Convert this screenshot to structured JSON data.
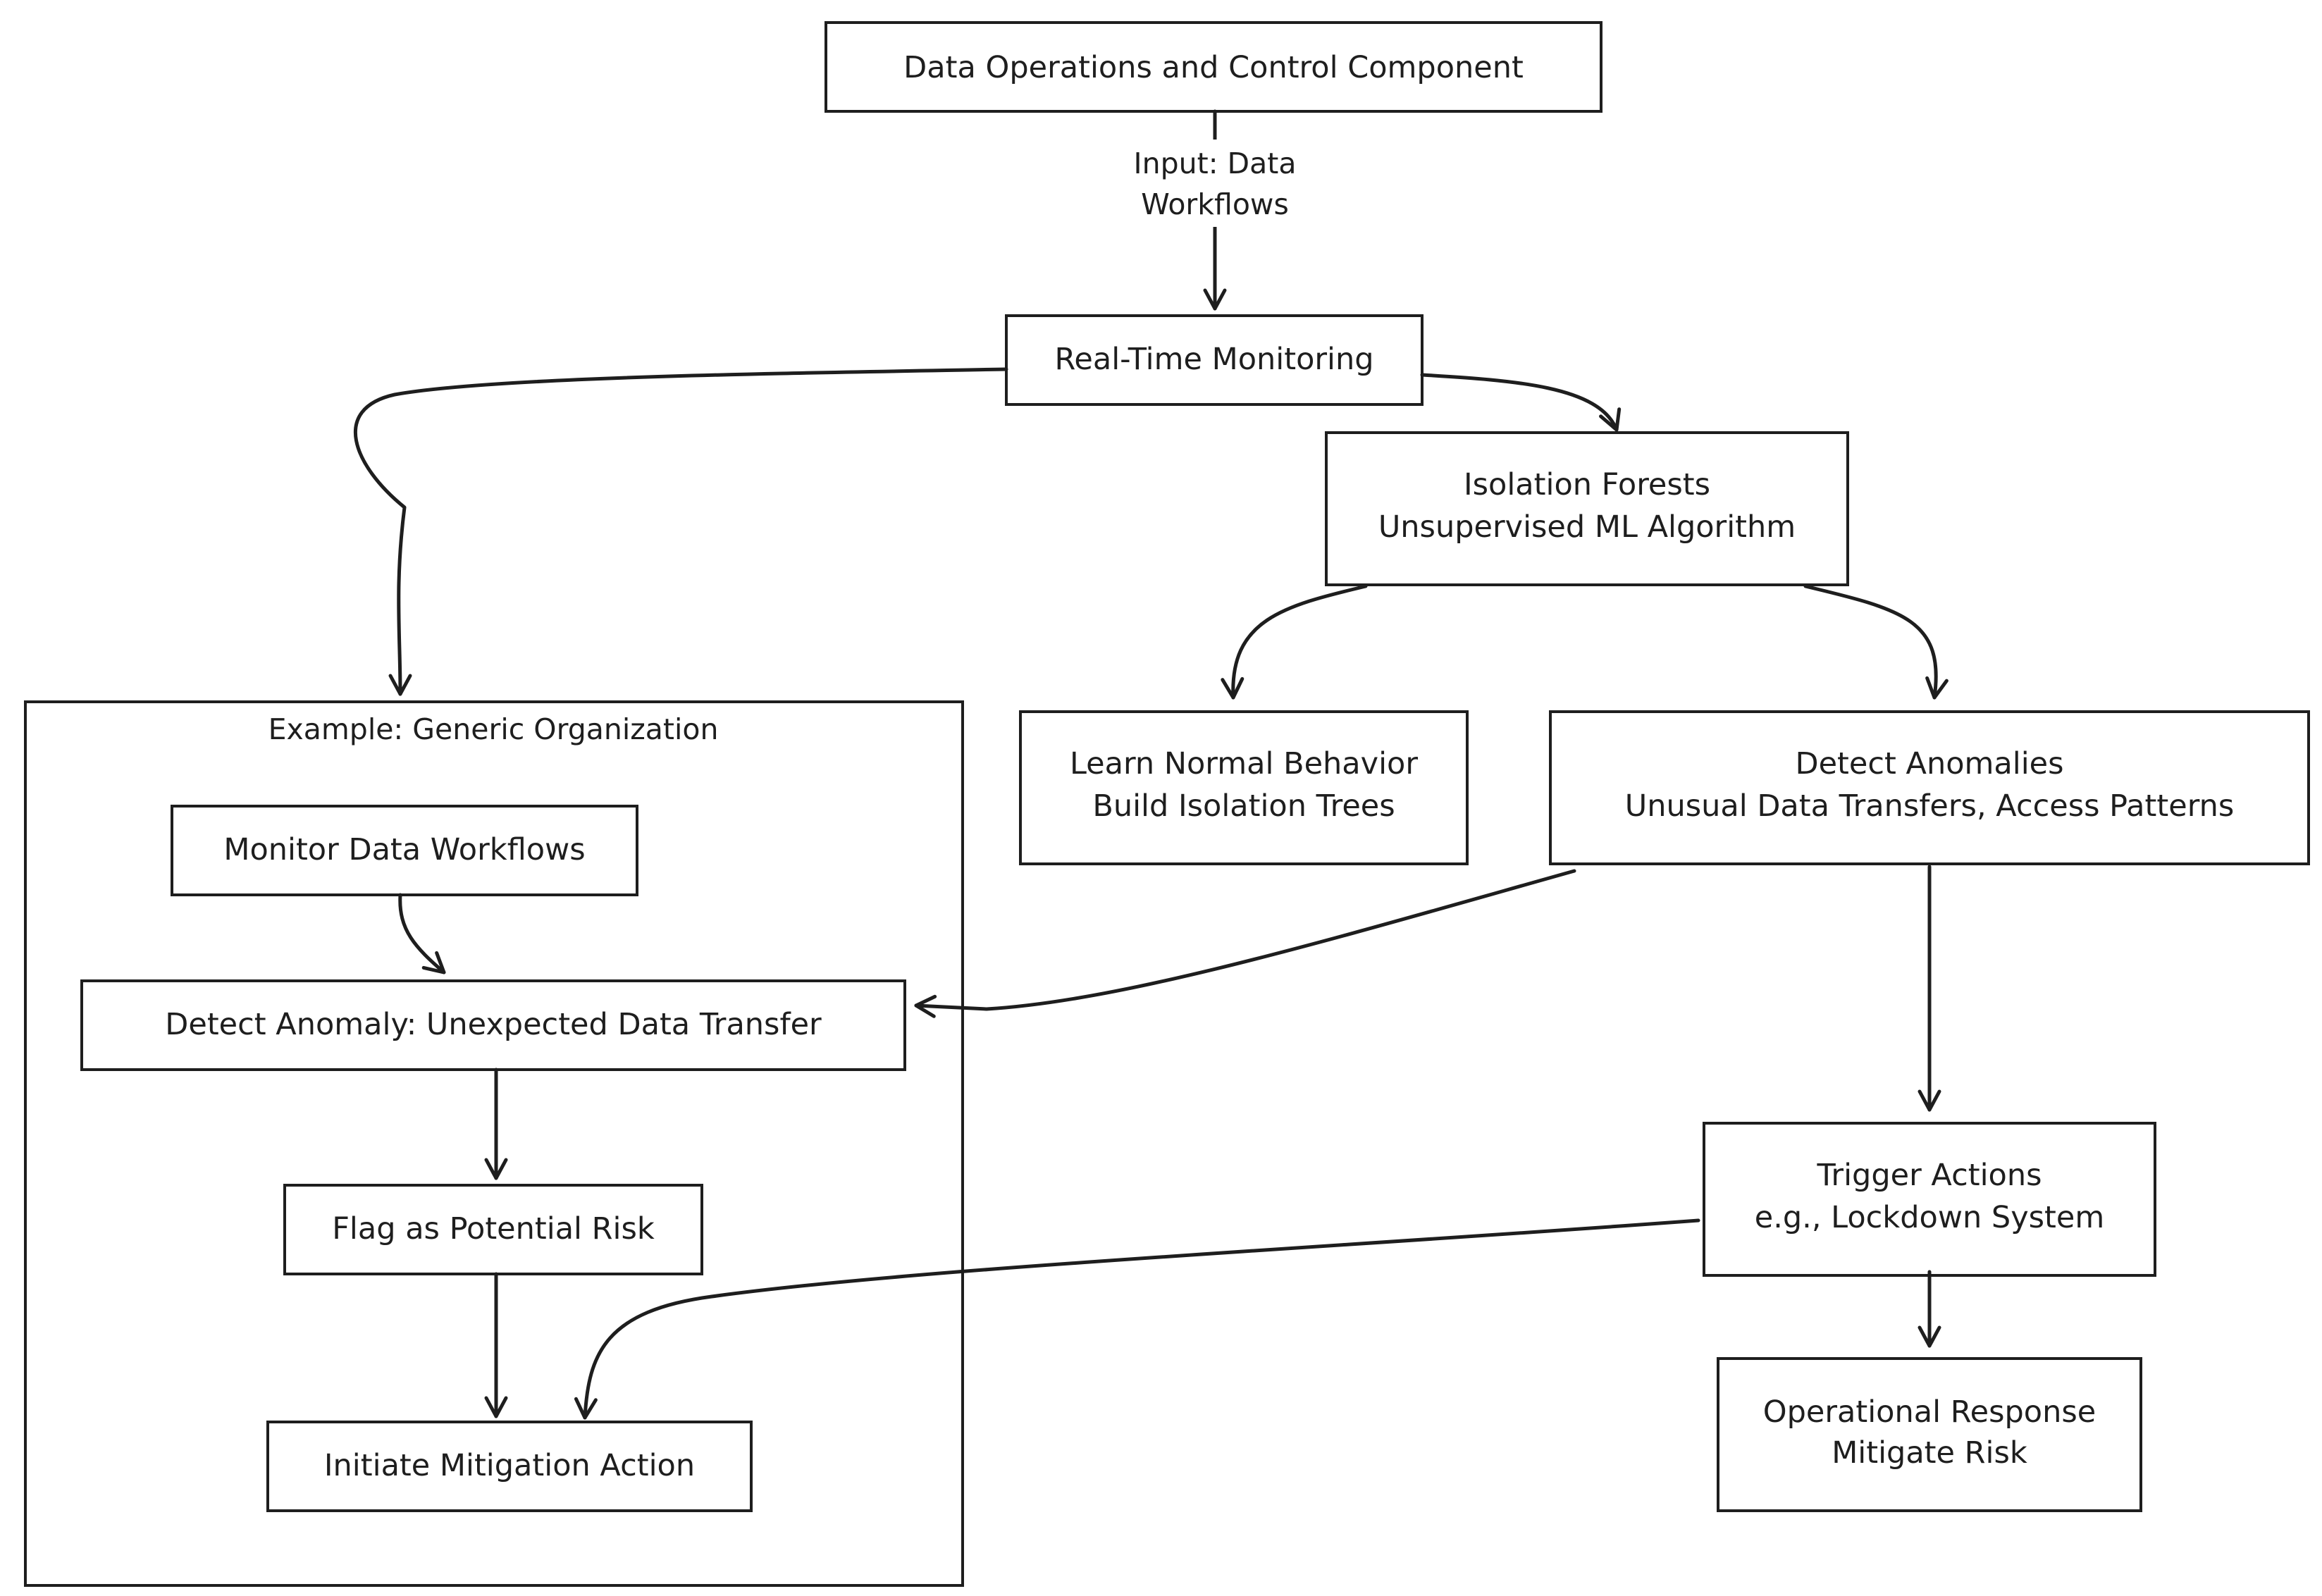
{
  "colors": {
    "pink": "#e8839a",
    "green": "#5fbf73",
    "blue": "#6fb2e6",
    "purple": "#c980e0",
    "yellow_fill": "#ffe88a",
    "yellow_hatch": "#f2cd3b",
    "orange": "#f0a35a",
    "stroke": "#1e1e1e"
  },
  "nodes": {
    "data_ops": {
      "lines": [
        "Data Operations and Control Component"
      ]
    },
    "realtime": {
      "lines": [
        "Real-Time Monitoring"
      ]
    },
    "isolation": {
      "lines": [
        "Isolation Forests",
        "Unsupervised ML Algorithm"
      ]
    },
    "learn": {
      "lines": [
        "Learn Normal Behavior",
        "Build Isolation Trees"
      ]
    },
    "detect": {
      "lines": [
        "Detect Anomalies",
        "Unusual Data Transfers, Access Patterns"
      ]
    },
    "trigger": {
      "lines": [
        "Trigger Actions",
        "e.g., Lockdown System"
      ]
    },
    "response": {
      "lines": [
        "Operational Response",
        "Mitigate Risk"
      ]
    },
    "monitor": {
      "lines": [
        "Monitor Data Workflows"
      ]
    },
    "detect_one": {
      "lines": [
        "Detect Anomaly: Unexpected Data Transfer"
      ]
    },
    "flag": {
      "lines": [
        "Flag as Potential Risk"
      ]
    },
    "mitigate": {
      "lines": [
        "Initiate Mitigation Action"
      ]
    }
  },
  "group": {
    "title": "Example: Generic Organization"
  },
  "edge_label": {
    "lines": [
      "Input: Data",
      "Workflows"
    ]
  }
}
